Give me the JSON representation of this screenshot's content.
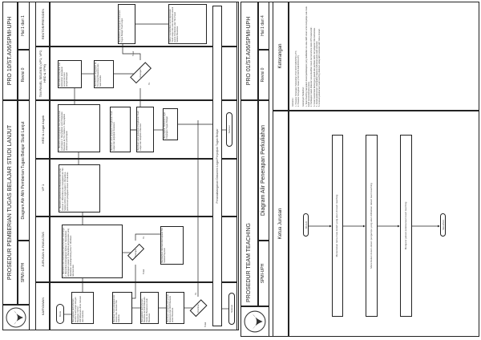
{
  "left_page": {
    "header": {
      "title": "PROSEDUR PEMBERIAN TUGAS BELAJAR STUDI LANJUT",
      "code": "PRO 10/ST.A06/SPMI-UPH",
      "org": "SPMI-UPH",
      "subtitle": "Diagram Alir Alih Pemberian Tugas Belajar Studi Lanjut",
      "revision": "Revisi 0",
      "page": "Hal 1 dari 1"
    },
    "lanes": [
      "KARYAWAN",
      "JURUSAN & FAKULTAS",
      "VP 1",
      "HRD & Legal Aspek",
      "TIM PANEL SELEKSI (VP1, VP2, HRD & YPH)",
      "REKTOR/PRESIDEN"
    ],
    "nodes": {
      "k_start": "Mulai",
      "k1": "Mengajukan permohonan secara Studi Lanjut dengan Beasiswa / UPH / DIKTI/Kanada dll ke Jurusan dan Fakultas",
      "k2": "Membuat Surat pengajuan ke atasan dan Jurusan dan Fakultas",
      "k3": "Mengajukan permohonan Beasiswa ke DIKTI/Kanada Pemb. ke Beasiswa untuk Beasiswa",
      "k4": "Membuat kesiapan pernyataan beasiswa dari DIKTI/Kanada untuk Beasiswa",
      "k_dec": "Diterima?",
      "k_end": "Selesai",
      "j1": "1. Menerima dan memeriksa permohonan studi lanjut 2. Memeriksa kelengkapan berkas 3. Memberikan persetujuan atasan 4. Memeriksa penyesuaian yang diperlukan terhadap bidang ilmu 5. Membuat rekomendasi",
      "j_dec": "Disetujui?",
      "j2": "Memberikan rekomendasi kepada Tim Seleksi/Yayasan",
      "vp1": "1. Menerima permohonan Beasiswa dan surat Jurusan 2. Memeriksa dan mengajukan ke Tim Seleksi HRD & Legal Aspek 3. Memeriksa permohonan pengajuan dosen di Fakultas",
      "h1": "1. Menerima kelengkapan dan permohonan studi lanjut 2. Menyiapkan surat Perjanjian Beasiswa ke Tim Seleksi 3. Menyiapkan dokumen persetujuan",
      "h2": "Membuat surat perjanjian Pengikatan Studi Lanjut dan perjanjian beasiswa",
      "h3": "Membuat surat perjanjian Pengikatan Studi Lanjut dan lampiran dokumen",
      "h4": "Menyiapkan Dokumen Legal Perjanjian Tugas Belajar",
      "h_end": "Selesai",
      "t1": "Memeriksa kelayakan dan kebutuhan pengajuan sesuai rencana pengembangan",
      "t2": "Memberikan tanggapan ke Tim Panel Beasiswa dan hasil seleksi",
      "t_dec": "Disetujui?",
      "t_no": "Tidak",
      "t_yes": "Ya",
      "j_no": "Tidak",
      "j_yes": "Ya",
      "k_no": "Tidak",
      "k_yes": "Ya",
      "r1": "Memberikan persetujuan Dokumen Tugas Belajar Studi Lanjut",
      "r2": "Rektor memberikan surat keputusan Studi Lanjut dan atas beasiswa sesuai aturan Pemberian dari Tim Panel Seleksi Beasiswa",
      "sign_bar": "Penandatanganan Dokumen Legal Perjanjian Tugas Belajar"
    }
  },
  "right_page": {
    "header": {
      "title": "PROSEDUR TEAM TEACHING",
      "code": "PRO 01/ST.A06/SPMI-UPH",
      "org": "SPMI-UPH",
      "subtitle": "Diagram Alir Penerapan Perkuliahan",
      "revision": "Revisi 0",
      "page": "Hal 1 dari 4"
    },
    "lanes": [
      "Ketua Jurusan",
      "Keterangan"
    ],
    "nodes": {
      "start": "MULAI",
      "s1": "Menentukan tema mata kuliah yang akan di team teaching",
      "s2": "Menentukan dosen-dosen pengampu yang akan dilibatkan dalam team teaching",
      "s3": "Mengatur jadwal pelaksanaan team teaching",
      "end": "SELESAI"
    },
    "notes": [
      "Referensi :",
      "1. Prosedur Penerapan Perkuliahan (PRO 02/ST.A06/SPMI-UPH)",
      "2. Prosedur Penugasan Dosen (PRO 03/ST.A06/SPMI-UPH)",
      "Keterangan Tambahan :",
      "1. Team Teaching merupakan model pembelajaran yang melibatkan dua atau lebih dosen untuk mengampu satu mata kuliah secara bersama-sama.",
      "2. Pembagian materi dilakukan sesuai keahlian dosen dan tercantum dalam RPS mata kuliah.",
      "3. Dosen koordinator bertanggung jawab atas penilaian akhir dan pelaporan nilai mahasiswa.",
      "4. Jadwal pelaksanaan disampaikan kepada mahasiswa pada awal semester.",
      "5. Evaluasi pelaksanaan team teaching dilakukan setiap akhir semester oleh Ketua Jurusan."
    ]
  }
}
